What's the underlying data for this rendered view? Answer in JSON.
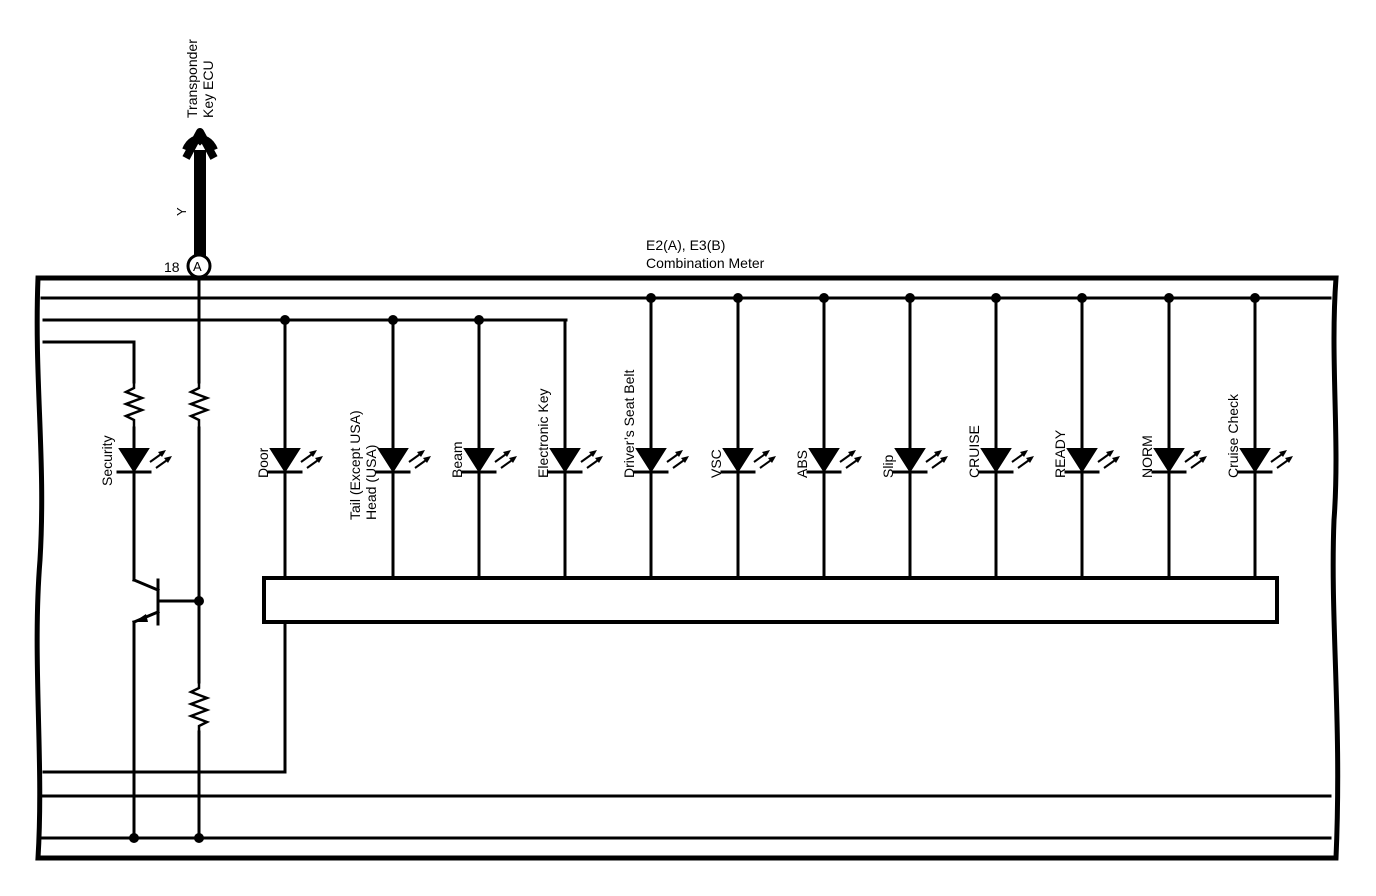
{
  "external_component": {
    "name_line1": "Transponder",
    "name_line2": "Key ECU",
    "wire_color": "Y"
  },
  "connector": {
    "pin": "18",
    "letter": "A"
  },
  "meter": {
    "connectors": "E2(A), E3(B)",
    "name": "Combination Meter"
  },
  "indicators": {
    "security": "Security",
    "door": "Door",
    "tail_line1": "Tail (Except USA)",
    "tail_line2": "Head (USA)",
    "beam": "Beam",
    "electronic_key": "Electronic Key",
    "seat_belt": "Driver’s Seat Belt",
    "vsc": "VSC",
    "abs": "ABS",
    "slip": "Slip",
    "cruise": "CRUISE",
    "ready": "READY",
    "norm": "NORM",
    "cruise_check": "Cruise Check"
  },
  "colors": {
    "line": "#000000",
    "background": "#ffffff"
  }
}
